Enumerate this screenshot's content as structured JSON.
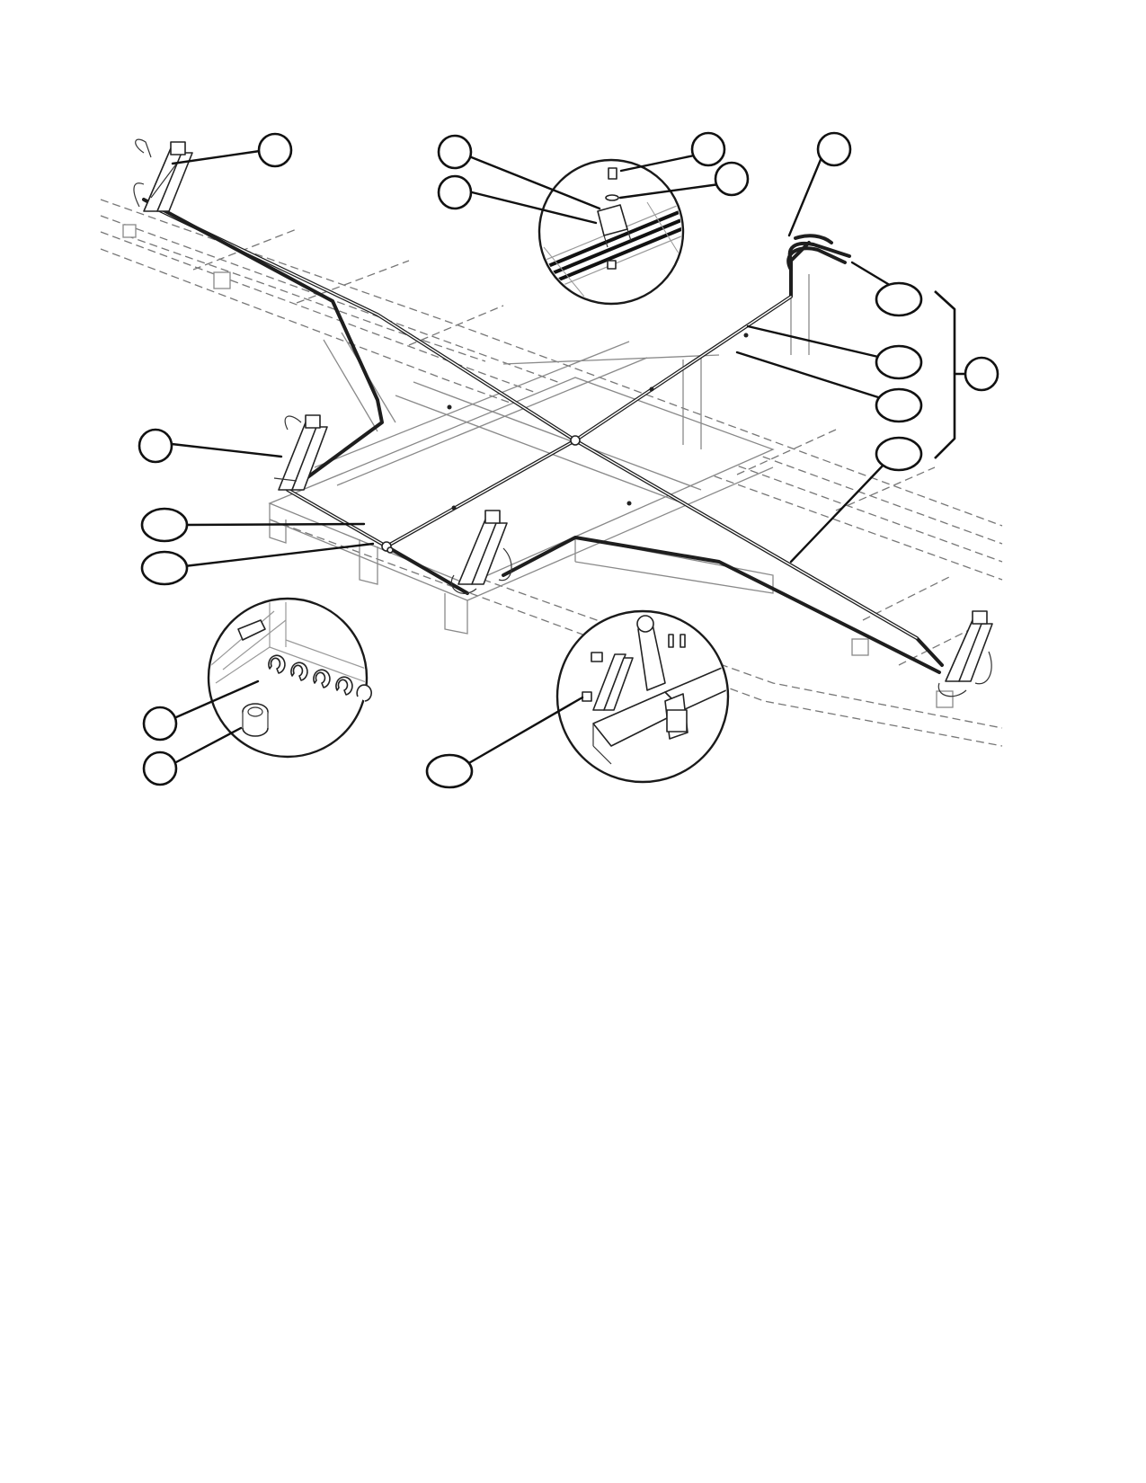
{
  "figure": {
    "kind": "exploded-parts-diagram",
    "background": "#ffffff",
    "line_color": "#111111",
    "frame_color": "#888888"
  },
  "balloons": [
    {
      "id": "balloon-cylinder-top-left",
      "label": ""
    },
    {
      "id": "balloon-clamp-left-upper",
      "label": ""
    },
    {
      "id": "balloon-clamp-left-lower",
      "label": ""
    },
    {
      "id": "balloon-clamp-bolt",
      "label": ""
    },
    {
      "id": "balloon-clamp-washer",
      "label": ""
    },
    {
      "id": "balloon-hose-end",
      "label": ""
    },
    {
      "id": "balloon-coupler",
      "label": ""
    },
    {
      "id": "balloon-hose-upper",
      "label": ""
    },
    {
      "id": "balloon-hose-lower",
      "label": ""
    },
    {
      "id": "balloon-hose-right",
      "label": ""
    },
    {
      "id": "balloon-hose-kit",
      "label": ""
    },
    {
      "id": "balloon-cylinder-mid-left",
      "label": ""
    },
    {
      "id": "balloon-tee-fitting-1",
      "label": ""
    },
    {
      "id": "balloon-tee-fitting-2",
      "label": ""
    },
    {
      "id": "balloon-stroke-spacers",
      "label": ""
    },
    {
      "id": "balloon-spacer",
      "label": ""
    },
    {
      "id": "balloon-fitting",
      "label": ""
    }
  ],
  "details": [
    {
      "id": "detail-clamp"
    },
    {
      "id": "detail-spacers"
    },
    {
      "id": "detail-hitch"
    }
  ]
}
